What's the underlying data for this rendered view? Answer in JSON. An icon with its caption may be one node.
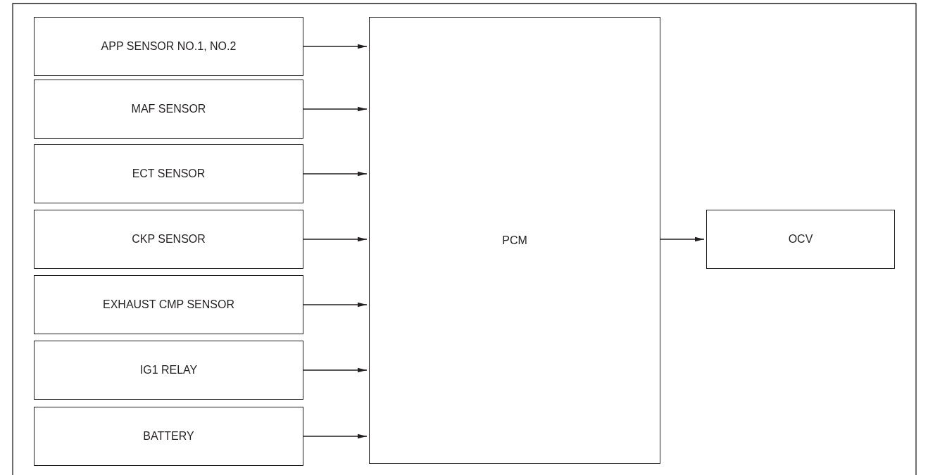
{
  "diagram": {
    "nodes": [
      {
        "text": [
          "APP SENSOR NO.1, NO.2"
        ]
      },
      {
        "text": [
          "MAF SENSOR"
        ]
      },
      {
        "text": [
          "ECT SENSOR"
        ]
      },
      {
        "text": [
          "CKP SENSOR"
        ]
      },
      {
        "text": [
          "EXHAUST CMP SENSOR"
        ]
      },
      {
        "text": [
          "IG1 RELAY"
        ]
      },
      {
        "text": [
          "BATTERY"
        ]
      },
      {
        "text": [
          "PCM"
        ]
      },
      {
        "text": [
          "OCV"
        ]
      }
    ],
    "edges": [
      {
        "from": 0,
        "to": 7,
        "arrow": "to"
      },
      {
        "from": 1,
        "to": 7,
        "arrow": "to"
      },
      {
        "from": 2,
        "to": 7,
        "arrow": "to"
      },
      {
        "from": 3,
        "to": 7,
        "arrow": "to"
      },
      {
        "from": 4,
        "to": 7,
        "arrow": "to"
      },
      {
        "from": 5,
        "to": 7,
        "arrow": "to"
      },
      {
        "from": 6,
        "to": 7,
        "arrow": "to"
      },
      {
        "from": 7,
        "to": 8,
        "arrow": "to"
      }
    ]
  }
}
